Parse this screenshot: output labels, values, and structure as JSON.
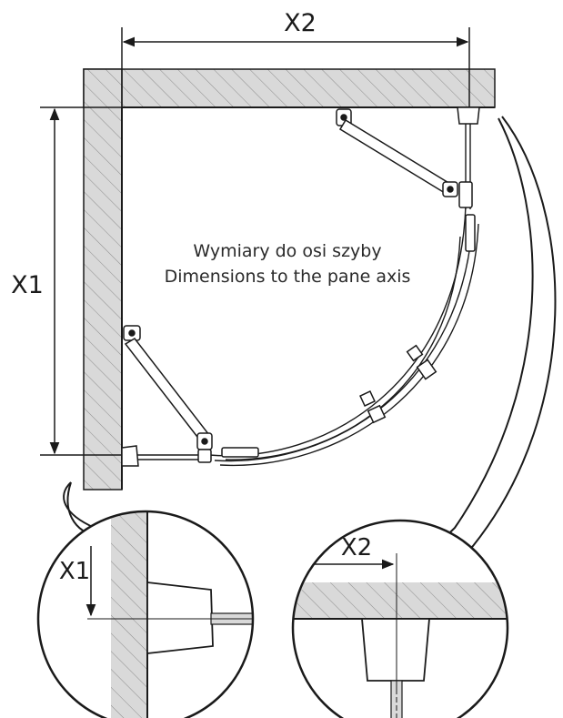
{
  "diagram": {
    "note_line1": "Wymiary do osi szyby",
    "note_line2": "Dimensions to the pane axis",
    "label_x1": "X1",
    "label_x2": "X2",
    "detail_left_label": "X1",
    "detail_right_label": "X2"
  },
  "colors": {
    "wall_fill": "#d9d9d9",
    "line": "#1a1a1a",
    "hatch": "#8c8c8c"
  }
}
